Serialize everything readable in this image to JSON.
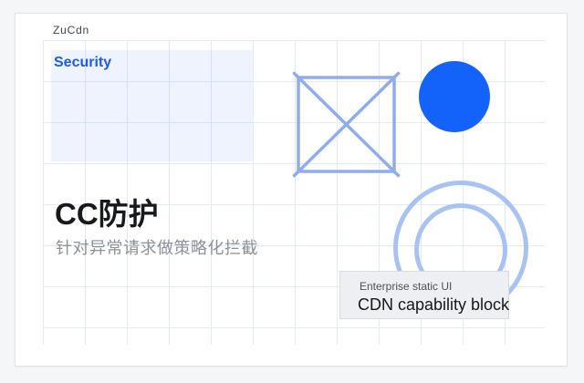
{
  "brand": "ZuCdn",
  "security_panel": {
    "label": "Security"
  },
  "hero": {
    "title": "CC防护",
    "subtitle": "针对异常请求做策略化拦截"
  },
  "tooltip": {
    "eyebrow": "Enterprise static UI",
    "label": "CDN capability block"
  },
  "shapes": {
    "crossed_square": "image-placeholder",
    "solid_circle": "blue-dot",
    "concentric_rings": "target-rings"
  },
  "colors": {
    "accent_blue": "#1363fa",
    "outline_blue": "#8fadee",
    "ring_blue": "#a9c2f4",
    "panel_blue_text": "#1d5bf0",
    "grid_line": "#e3eafa"
  }
}
